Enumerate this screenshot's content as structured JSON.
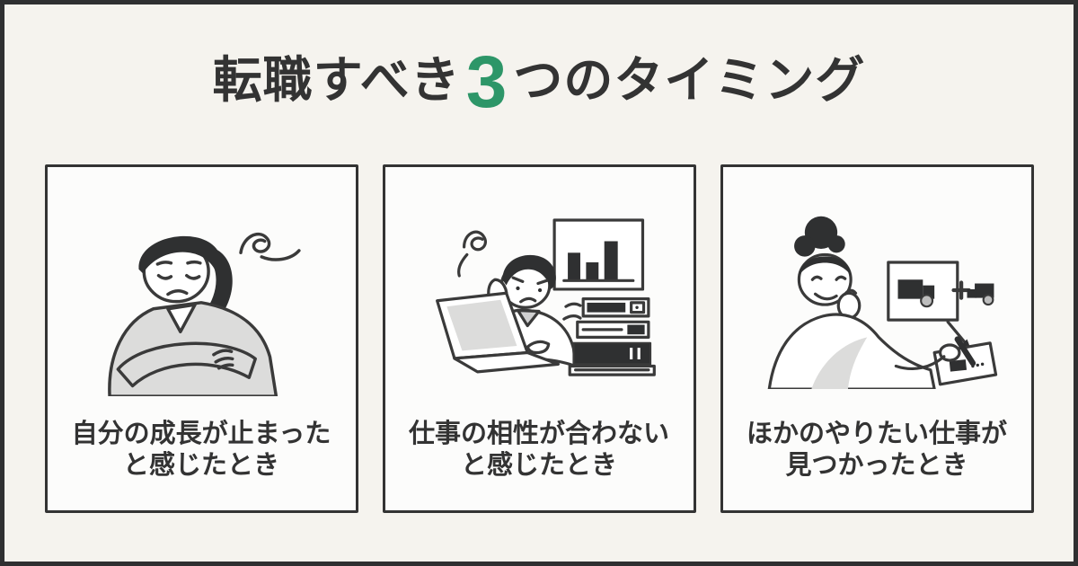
{
  "page": {
    "background_color": "#f5f3ee",
    "frame_color": "#2f3031",
    "card_background": "#fcfcfb",
    "text_color": "#333333",
    "accent_color": "#2d9668"
  },
  "title": {
    "prefix": "転職すべき",
    "number": "3",
    "suffix": "つのタイミング"
  },
  "cards": [
    {
      "illustration": "pensive-businesswoman-arms-crossed-illustration",
      "caption_line1": "自分の成長が止まった",
      "caption_line2": "と感じたとき"
    },
    {
      "illustration": "stressed-worker-at-laptop-illustration",
      "caption_line1": "仕事の相性が合わない",
      "caption_line2": "と感じたとき"
    },
    {
      "illustration": "woman-planning-new-job-illustration",
      "caption_line1": "ほかのやりたい仕事が",
      "caption_line2": "見つかったとき"
    }
  ]
}
